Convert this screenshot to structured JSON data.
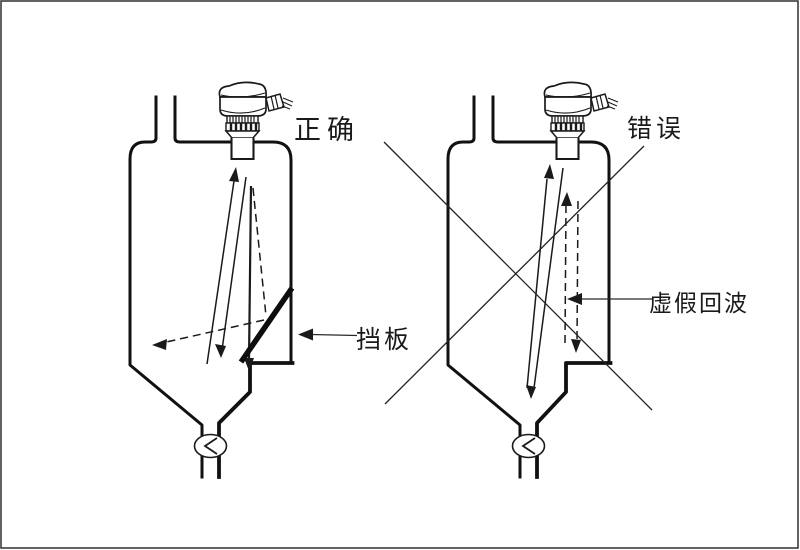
{
  "labels": {
    "correct": "正确",
    "wrong": "错误",
    "baffle": "挡板",
    "false_echo": "虚假回波"
  },
  "colors": {
    "ink": "#1a1a1a",
    "line": "#2a2a2a",
    "background": "#ffffff"
  },
  "icons": {
    "sensor": "radar-level-transmitter-icon",
    "valve": "pump-valve-icon",
    "cross": "prohibition-x-icon",
    "baffle": "deflector-plate",
    "beam": "radar-beam-arrows",
    "echo": "false-echo-dashed-arrows"
  }
}
